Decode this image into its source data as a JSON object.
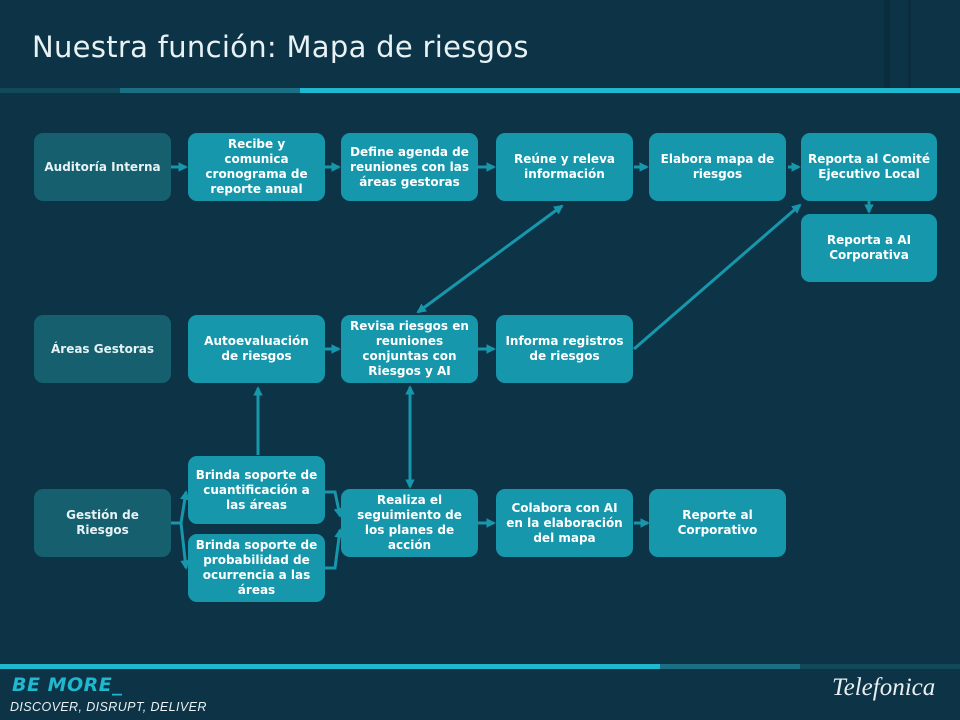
{
  "slide": {
    "title": "Nuestra función: Mapa de riesgos"
  },
  "diagram": {
    "actors": {
      "auditoria": "Auditoría Interna",
      "areas": "Áreas Gestoras",
      "gestion": "Gestión de Riesgos"
    },
    "steps": {
      "recibe": "Recibe y comunica cronograma de reporte anual",
      "define": "Define agenda de reuniones con las áreas gestoras",
      "reune": "Reúne y releva información",
      "elabora": "Elabora mapa de riesgos",
      "reporta_comite": "Reporta al Comité Ejecutivo Local",
      "reporta_ai": "Reporta a AI Corporativa",
      "autoevaluacion": "Autoevaluación de riesgos",
      "revisa": "Revisa riesgos en reuniones conjuntas con Riesgos y AI",
      "informa": "Informa registros de riesgos",
      "soporte_cuant": "Brinda soporte de cuantificación a las áreas",
      "soporte_prob": "Brinda soporte de probabilidad de ocurrencia a las áreas",
      "realiza": "Realiza el seguimiento de los planes de acción",
      "colabora": "Colabora con AI en la elaboración del mapa",
      "reporte_corp": "Reporte al Corporativo"
    }
  },
  "footer": {
    "brand": "BE MORE_",
    "tagline": "DISCOVER, DISRUPT, DELIVER",
    "logo_text": "Telefonica"
  },
  "colors": {
    "background": "#0d3346",
    "actor_box": "#165f6f",
    "step_box": "#1697ab",
    "accent": "#1fb8cf"
  }
}
